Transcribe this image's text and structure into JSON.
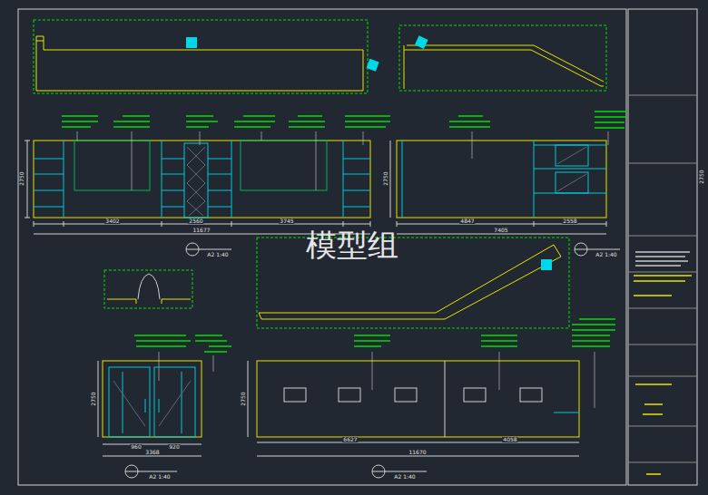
{
  "diagram": {
    "labels": [
      "模型组",
      "3402",
      "2560",
      "3745",
      "11677",
      "4847",
      "2558",
      "7405",
      "960",
      "920",
      "3368",
      "6627",
      "4058",
      "11670",
      "2750",
      "2750",
      "2750",
      "2750",
      "2750",
      "A2 1:40",
      "A2 1:40",
      "A2 1:40",
      "A2 1:40"
    ]
  }
}
